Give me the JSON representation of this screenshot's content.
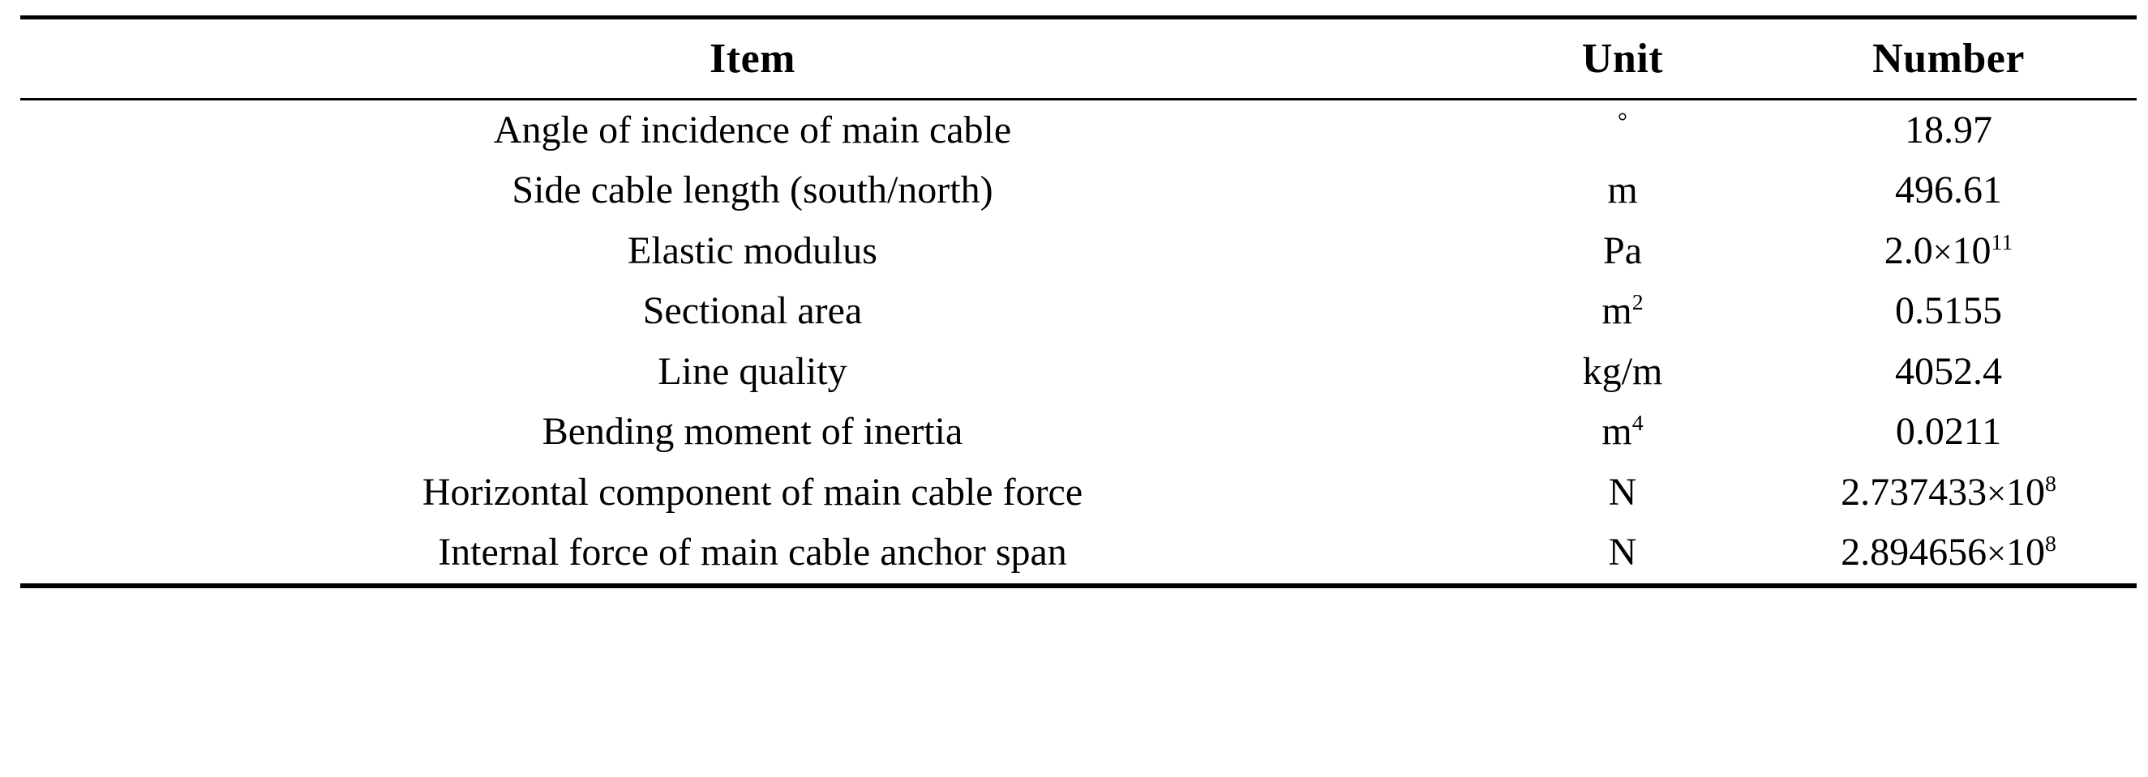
{
  "table": {
    "caption": "",
    "columns": [
      {
        "key": "item",
        "label": "Item"
      },
      {
        "key": "unit",
        "label": "Unit"
      },
      {
        "key": "number",
        "label": "Number"
      }
    ],
    "rows": [
      {
        "item": "Angle of incidence of main cable",
        "unit": "°",
        "unit_base": "",
        "unit_sup": "",
        "number_mantissa": "18.97",
        "number_has_exp": false,
        "number_exp": "",
        "number_text": "18.97"
      },
      {
        "item": "Side cable length (south/north)",
        "unit": "m",
        "unit_base": "m",
        "unit_sup": "",
        "number_mantissa": "496.61",
        "number_has_exp": false,
        "number_exp": "",
        "number_text": "496.61"
      },
      {
        "item": "Elastic modulus",
        "unit": "Pa",
        "unit_base": "Pa",
        "unit_sup": "",
        "number_mantissa": "2.0",
        "number_has_exp": true,
        "number_exp": "11",
        "number_text": "2.0×10^11"
      },
      {
        "item": "Sectional area",
        "unit": "m2",
        "unit_base": "m",
        "unit_sup": "2",
        "number_mantissa": "0.5155",
        "number_has_exp": false,
        "number_exp": "",
        "number_text": "0.5155"
      },
      {
        "item": "Line quality",
        "unit": "kg/m",
        "unit_base": "kg/m",
        "unit_sup": "",
        "number_mantissa": "4052.4",
        "number_has_exp": false,
        "number_exp": "",
        "number_text": "4052.4"
      },
      {
        "item": "Bending moment of inertia",
        "unit": "m4",
        "unit_base": "m",
        "unit_sup": "4",
        "number_mantissa": "0.0211",
        "number_has_exp": false,
        "number_exp": "",
        "number_text": "0.0211"
      },
      {
        "item": "Horizontal component of main cable force",
        "unit": "N",
        "unit_base": "N",
        "unit_sup": "",
        "number_mantissa": "2.737433",
        "number_has_exp": true,
        "number_exp": "8",
        "number_text": "2.737433×10^8"
      },
      {
        "item": "Internal force of main cable anchor span",
        "unit": "N",
        "unit_base": "N",
        "unit_sup": "",
        "number_mantissa": "2.894656",
        "number_has_exp": true,
        "number_exp": "8",
        "number_text": "2.894656×10^8"
      }
    ],
    "symbols": {
      "multiply": "×",
      "base_ten": "10",
      "degree": "°"
    },
    "colors": {
      "rule": "#000000",
      "text": "#000000",
      "background": "#ffffff"
    }
  }
}
